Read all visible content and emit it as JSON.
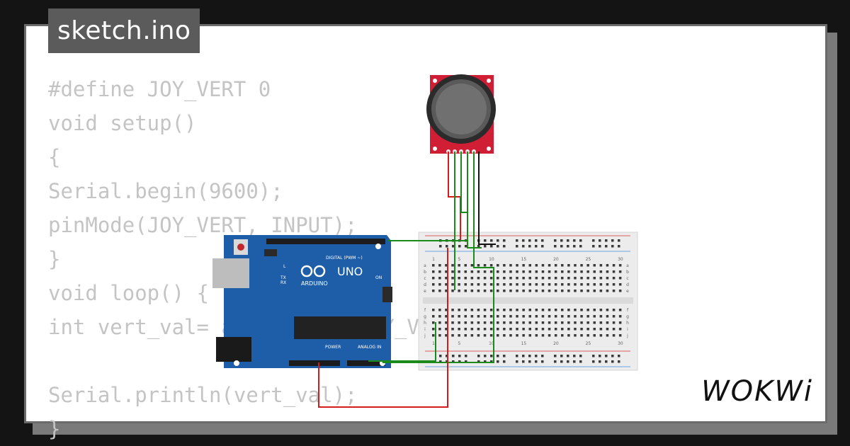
{
  "file_tab": {
    "label": "sketch.ino"
  },
  "code_lines": [
    "#define JOY_VERT 0",
    "void setup()",
    "{",
    "Serial.begin(9600);",
    "pinMode(JOY_VERT, INPUT);",
    "}",
    "void loop() {",
    "int vert_val= analogRead(JOY_VERT);",
    "",
    "Serial.println(vert_val);",
    "}"
  ],
  "board": {
    "name": "UNO",
    "brand": "ARDUINO",
    "digital_label": "DIGITAL (PWM ~)",
    "analog_label": "ANALOG IN",
    "power_label": "POWER",
    "led_labels": [
      "L",
      "TX",
      "RX",
      "ON"
    ]
  },
  "breadboard": {
    "column_numbers": [
      "1",
      "5",
      "10",
      "15",
      "20",
      "25",
      "30"
    ],
    "row_letters_top": [
      "a",
      "b",
      "c",
      "d",
      "e"
    ],
    "row_letters_bottom": [
      "f",
      "g",
      "h",
      "i",
      "j"
    ]
  },
  "brand_logo": "WOKWi",
  "colors": {
    "wire_red": "#d41c1c",
    "wire_green": "#1a8a1a",
    "wire_black": "#111111",
    "board_blue": "#1e5ea8",
    "joystick_red": "#d01f35"
  }
}
